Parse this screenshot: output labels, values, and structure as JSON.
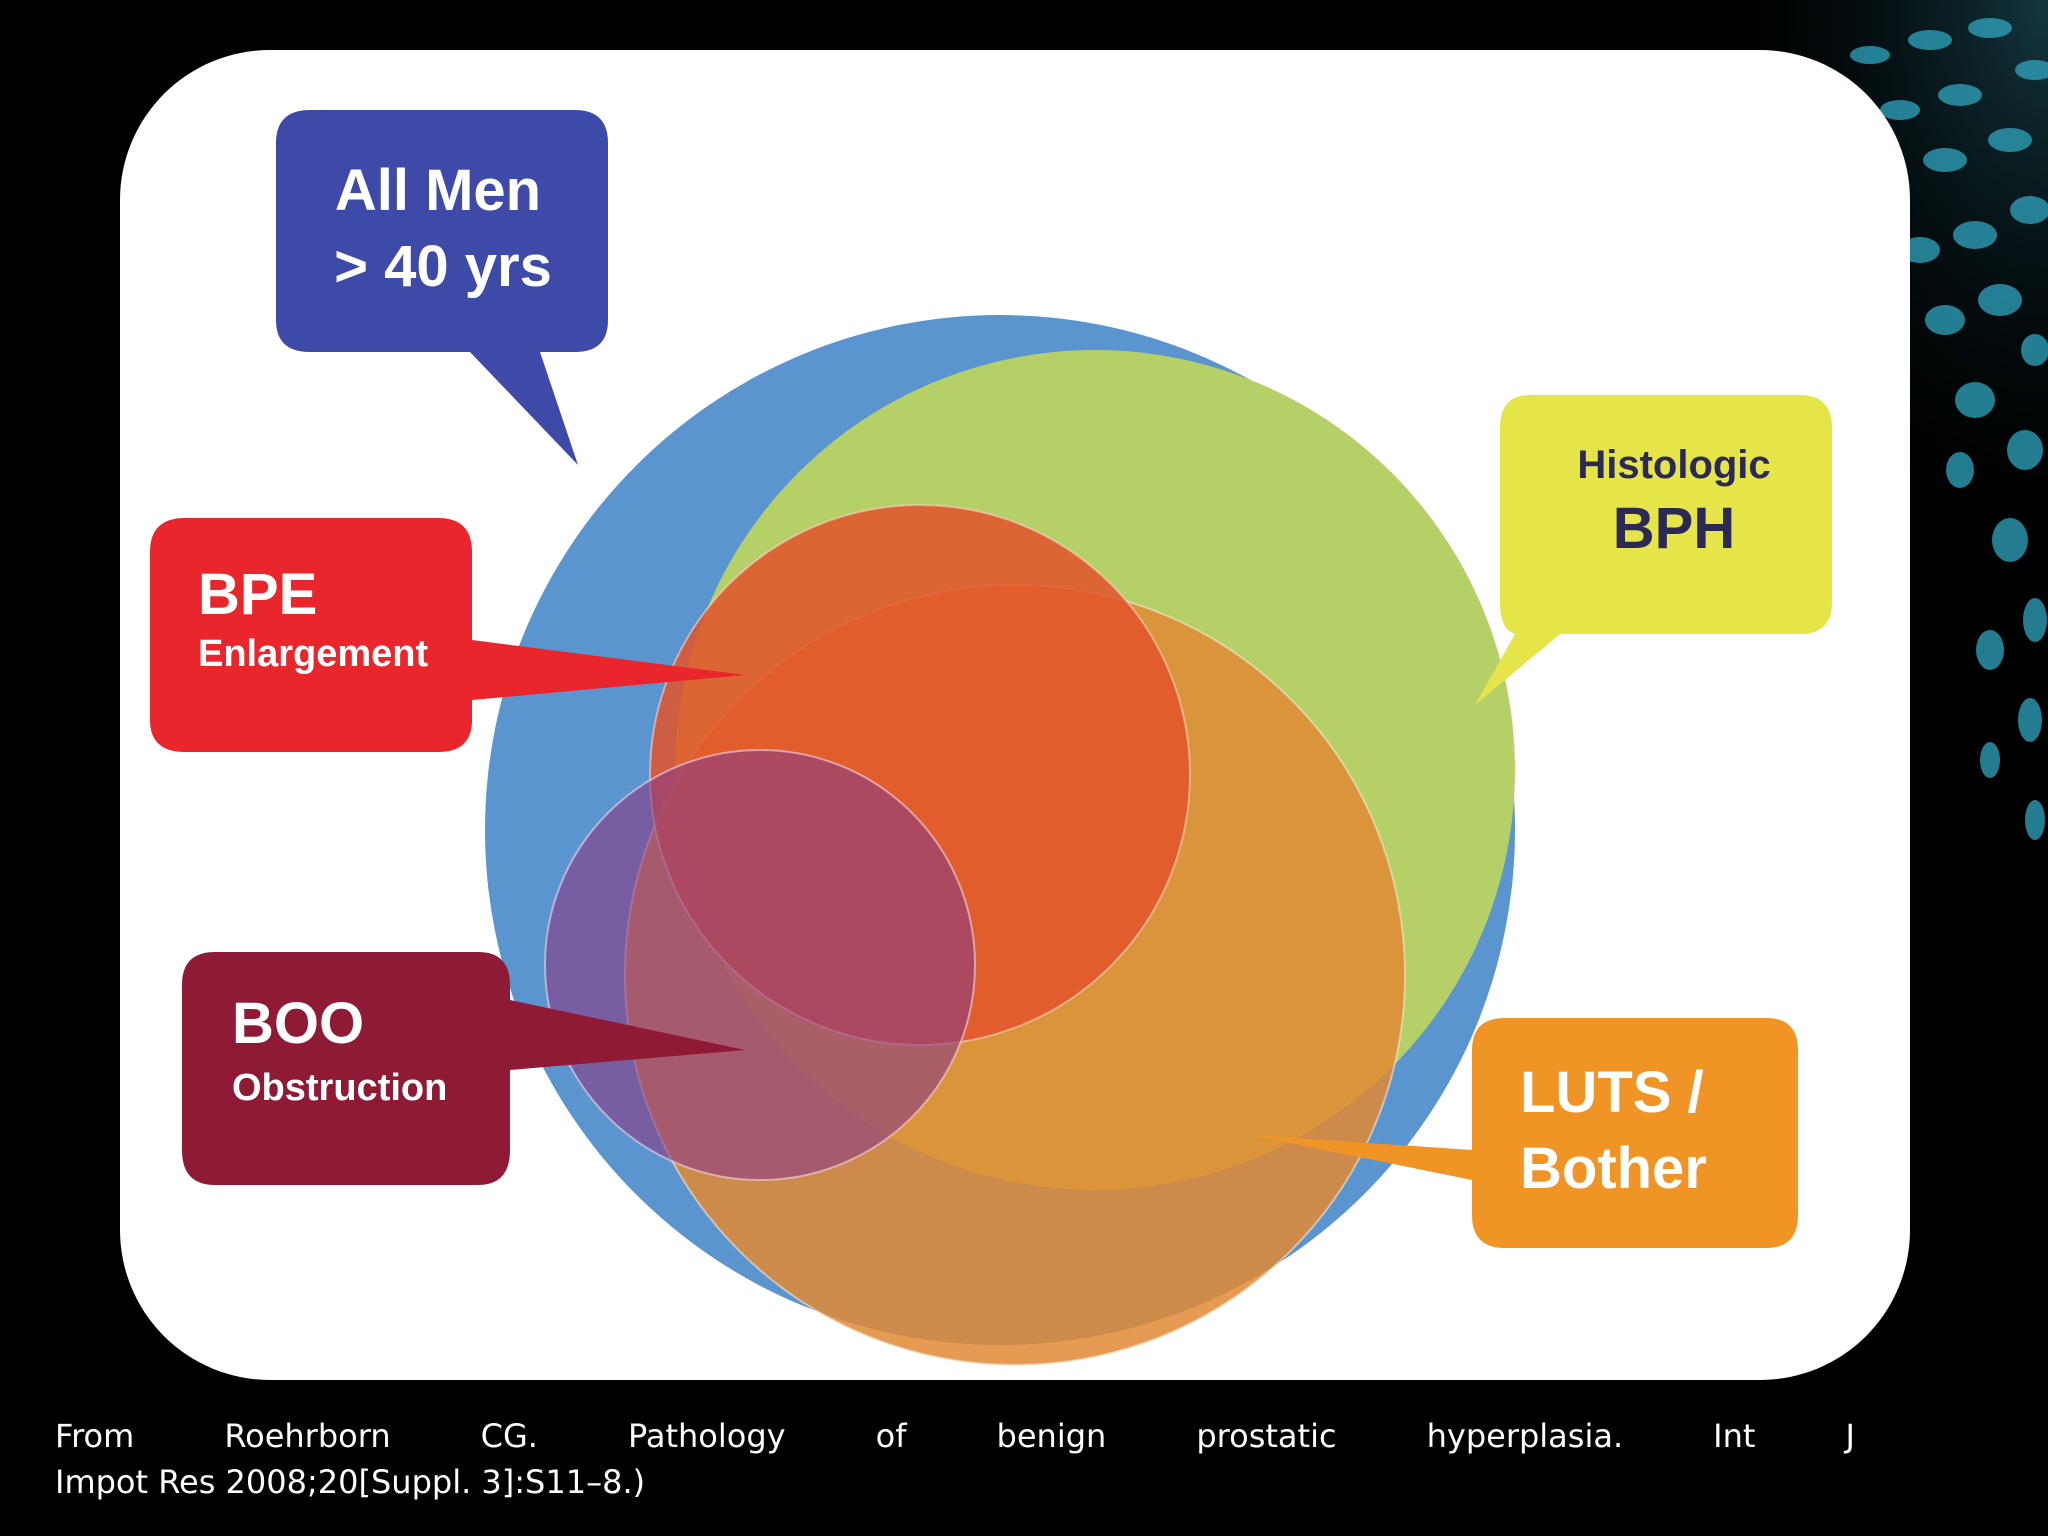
{
  "diagram": {
    "labels": {
      "all_men": {
        "line1": "All Men",
        "line2": "> 40 yrs"
      },
      "histologic_bph": {
        "line1": "Histologic",
        "line2": "BPH"
      },
      "bpe": {
        "line1": "BPE",
        "line2": "Enlargement"
      },
      "boo": {
        "line1": "BOO",
        "line2": "Obstruction"
      },
      "luts": {
        "line1": "LUTS /",
        "line2": "Bother"
      }
    },
    "colors": {
      "background": "#000000",
      "panel": "#ffffff",
      "all_men_circle": "#5b95d0",
      "all_men_box": "#3d4aa8",
      "bph_circle": "#b6d068",
      "bph_box": "#e5e54a",
      "bpe_circle": "#e2532a",
      "bpe_box": "#e8262b",
      "boo_circle": "#8a3a86",
      "boo_box": "#8f1a35",
      "luts_circle": "#e08a32",
      "luts_box": "#ef9425",
      "box_text_light": "#ffffff",
      "box_text_dark": "#2b2a55",
      "caption_text": "#ffffff"
    }
  },
  "caption": {
    "line1_words": [
      "From",
      "Roehrborn",
      "CG.",
      "Pathology",
      "of",
      "benign",
      "prostatic",
      "hyperplasia.",
      "Int",
      "J"
    ],
    "line2": "Impot Res 2008;20[Suppl. 3]:S11–8.)"
  }
}
